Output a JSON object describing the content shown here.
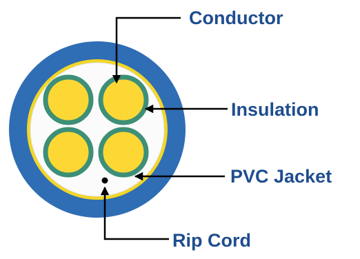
{
  "diagram": {
    "labels": {
      "conductor": "Conductor",
      "insulation": "Insulation",
      "pvc_jacket": "PVC Jacket",
      "rip_cord": "Rip Cord"
    },
    "colors": {
      "outer_jacket": "#2f6db4",
      "yellow_ring": "#f2d626",
      "filler": "#fbfbfb",
      "conductor_fill": "#fdd835",
      "insulation_ring": "#3d8f77",
      "label_text": "#1e4d8f",
      "leader_line": "#000000",
      "rip_cord_dot": "#000000"
    },
    "conductor_count": 4
  }
}
